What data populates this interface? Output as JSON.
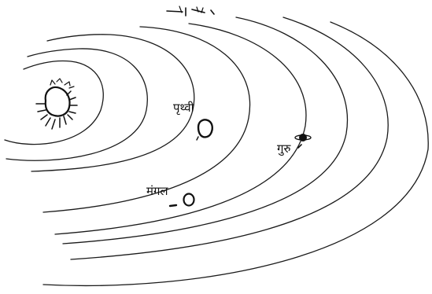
{
  "labels": {
    "earth": "पृथ्वी",
    "mars": "मंगल",
    "jupiter": "गुरु"
  },
  "icons": {
    "sun": "sun-icon",
    "earth": "earth-planet-icon",
    "mars": "mars-planet-icon",
    "jupiter": "jupiter-planet-icon"
  },
  "colors": {
    "ink": "#111111",
    "paper": "#ffffff"
  }
}
